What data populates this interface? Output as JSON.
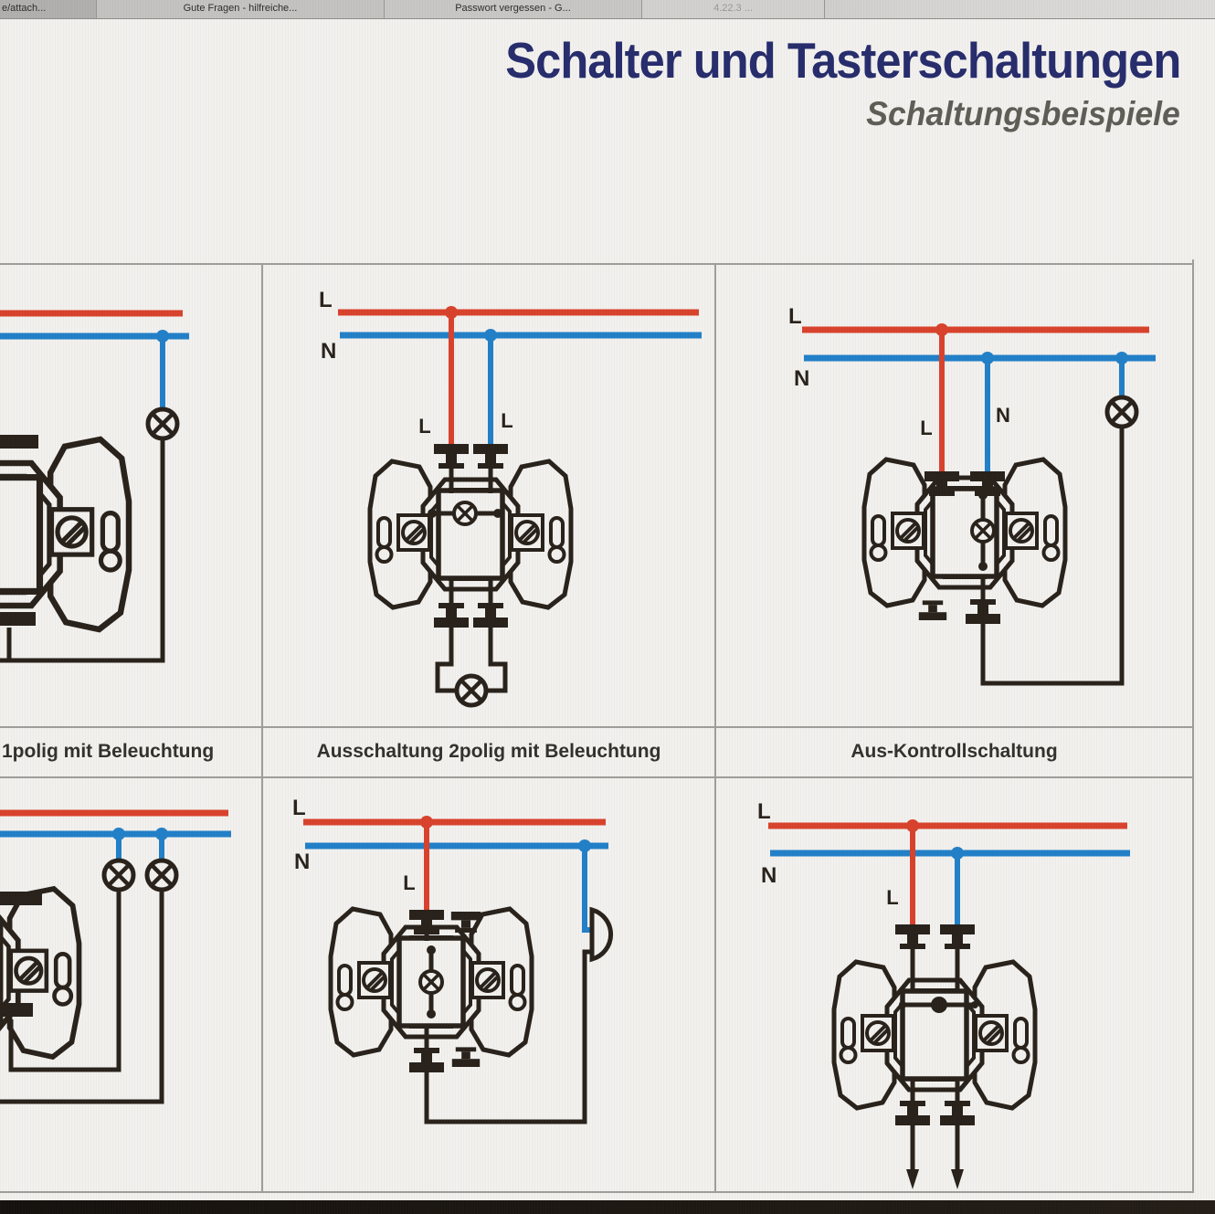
{
  "tabbar": {
    "tabs": [
      {
        "label": "e/attach..."
      },
      {
        "label": "Gute Fragen - hilfreiche..."
      },
      {
        "label": "Passwort vergessen - G..."
      },
      {
        "label": "4.22.3 ..."
      }
    ]
  },
  "doc": {
    "title": "Schalter und Tasterschaltungen",
    "subtitle": "Schaltungsbeispiele",
    "captions": {
      "c1": "1polig mit Beleuchtung",
      "c2": "Ausschaltung 2polig mit Beleuchtung",
      "c3": "Aus-Kontrollschaltung"
    },
    "diagrams": {
      "top_middle": {
        "bus_l": "L",
        "bus_n": "N",
        "terminal_left": "L",
        "terminal_right": "L"
      },
      "top_right": {
        "bus_l": "L",
        "bus_n": "N",
        "terminal_l": "L",
        "terminal_n": "N"
      },
      "bottom_middle": {
        "bus_l": "L",
        "bus_n": "N",
        "terminal_l": "L"
      },
      "bottom_right": {
        "bus_l": "L",
        "bus_n": "N",
        "terminal_l": "L"
      }
    },
    "colors": {
      "phase_red": "#d9422c",
      "neutral_blue": "#2280c8",
      "diagram_ink": "#29221b",
      "title_navy": "#272c6c",
      "subtitle_gray": "#5f5d56"
    }
  }
}
